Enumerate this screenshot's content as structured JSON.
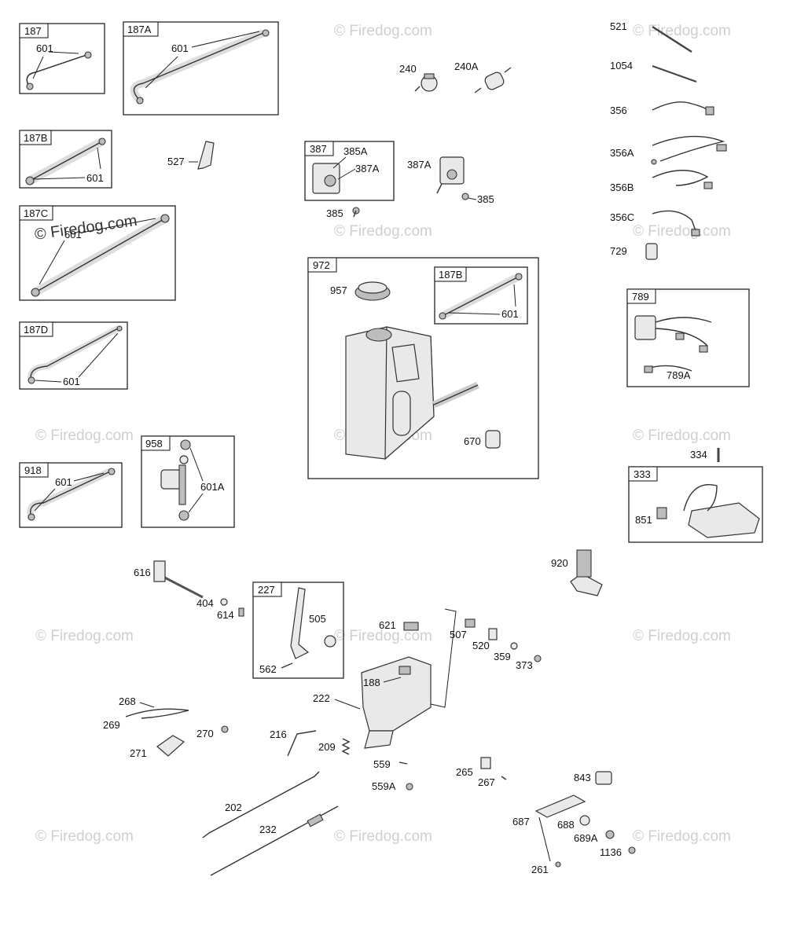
{
  "watermark": "© Firedog.com",
  "boxes": {
    "b187": "187",
    "b187a": "187A",
    "b187b": "187B",
    "b187c": "187C",
    "b187d": "187D",
    "b918": "918",
    "b958": "958",
    "b387": "387",
    "b972": "972",
    "b972_187b": "187B",
    "b789": "789",
    "b333": "333",
    "b227": "227"
  },
  "labels": {
    "l601_187": "601",
    "l601_187a": "601",
    "l601_187b": "601",
    "l601_187c": "601",
    "l601_187d": "601",
    "l601_918": "601",
    "l601a": "601A",
    "l527": "527",
    "l240": "240",
    "l240a": "240A",
    "l385a": "385A",
    "l387a_in": "387A",
    "l387a": "387A",
    "l385_1": "385",
    "l385_2": "385",
    "l957": "957",
    "l601_972": "601",
    "l670": "670",
    "l521": "521",
    "l1054": "1054",
    "l356": "356",
    "l356a": "356A",
    "l356b": "356B",
    "l356c": "356C",
    "l729": "729",
    "l789a": "789A",
    "l334": "334",
    "l851": "851",
    "l920": "920",
    "l616": "616",
    "l404": "404",
    "l614": "614",
    "l505": "505",
    "l562": "562",
    "l621": "621",
    "l507": "507",
    "l520": "520",
    "l359": "359",
    "l373": "373",
    "l188": "188",
    "l222": "222",
    "l268": "268",
    "l269": "269",
    "l270": "270",
    "l271": "271",
    "l216": "216",
    "l209": "209",
    "l559": "559",
    "l559a": "559A",
    "l265": "265",
    "l267": "267",
    "l843": "843",
    "l202": "202",
    "l232": "232",
    "l687": "687",
    "l688": "688",
    "l689a": "689A",
    "l1136": "1136",
    "l261": "261"
  }
}
